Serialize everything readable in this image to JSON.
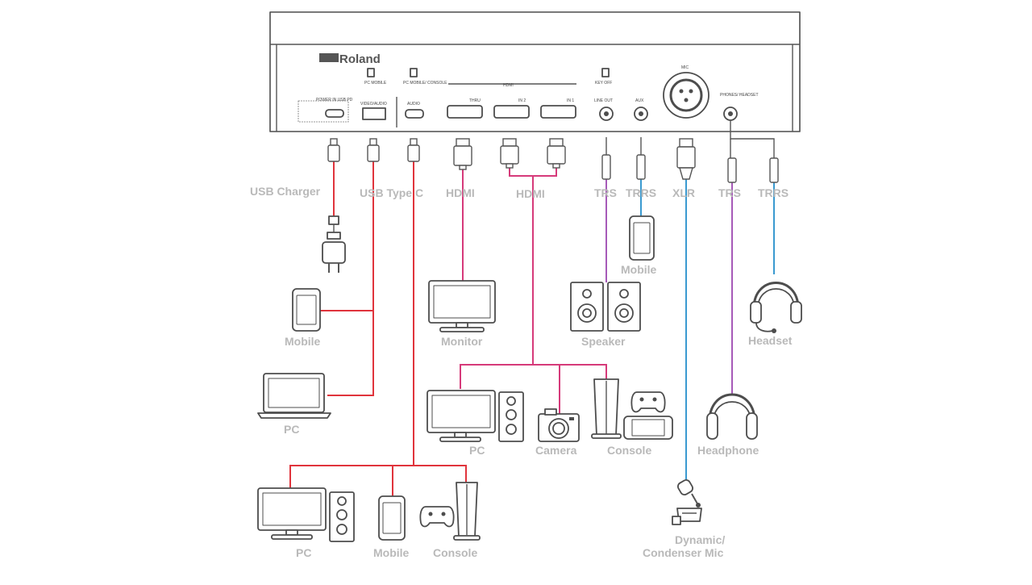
{
  "brand": "Roland",
  "panel_labels": {
    "power": "POWER IN\nUSB PD",
    "pc_mobile": "PC MOBILE",
    "pc_mobile_console": "PC MOBILE/ CONSOLE",
    "video_audio": "VIDEO/AUDIO",
    "audio": "AUDIO",
    "hdmi": "HDMI",
    "thru": "THRU",
    "in2": "IN 2",
    "in1": "IN 1",
    "key_off": "KEY OFF",
    "line_out": "LINE OUT",
    "aux": "AUX",
    "mic": "MIC",
    "phones_headset": "PHONES/ HEADSET"
  },
  "cable_labels": {
    "usb_charger": "USB Charger",
    "usb_type_c": "USB Type C",
    "hdmi_out": "HDMI",
    "hdmi_in": "HDMI",
    "trs_line": "TRS",
    "trrs_aux": "TRRS",
    "xlr": "XLR",
    "trs_phones": "TRS",
    "trrs_headset": "TRRS"
  },
  "device_labels": {
    "mobile_usb": "Mobile",
    "pc_usb": "PC",
    "monitor": "Monitor",
    "mobile_aux": "Mobile",
    "speaker": "Speaker",
    "headset": "Headset",
    "pc_hdmi": "PC",
    "camera": "Camera",
    "console_hdmi": "Console",
    "headphone": "Headphone",
    "pc_usb2": "PC",
    "mobile_usb2": "Mobile",
    "console_usb2": "Console",
    "mic_line1": "Dynamic/",
    "mic_line2": "Condenser Mic"
  },
  "colors": {
    "usb": "#e0343c",
    "hdmi": "#d63a7a",
    "trs": "#a65ab8",
    "trrs": "#3a9ad0",
    "label": "#b9b9b9",
    "device": "#4d4d4d"
  },
  "icons": [
    "usb-charger-icon",
    "mobile-icon",
    "laptop-icon",
    "monitor-icon",
    "speaker-icon",
    "headset-icon",
    "pc-icon",
    "camera-icon",
    "console-icon",
    "gamepad-icon",
    "switch-icon",
    "headphone-icon",
    "microphone-icon"
  ]
}
